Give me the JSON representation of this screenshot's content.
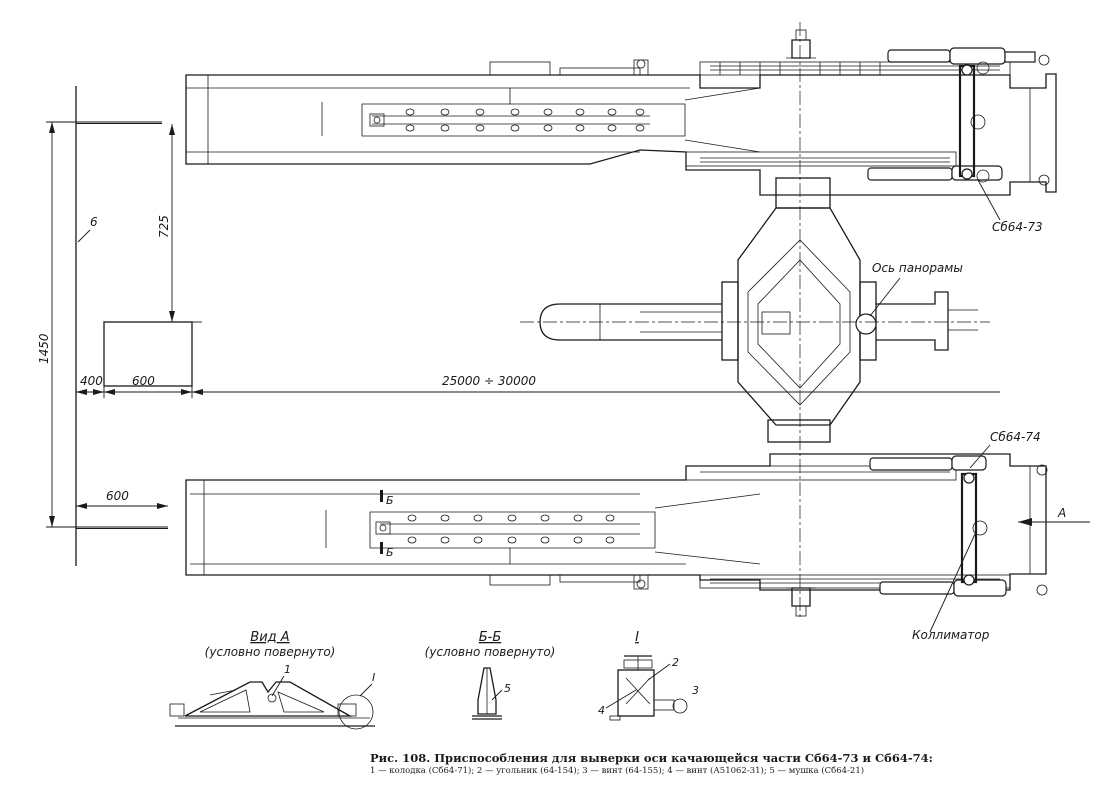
{
  "labels": {
    "part_upper": "Сб64-73",
    "part_lower": "Сб64-74",
    "panorama_axis": "Ось панорамы",
    "collimator": "Коллиматор",
    "view_arrow": "А",
    "section_mark": "Б",
    "rod_label": "6"
  },
  "dimensions": {
    "d1450": "1450",
    "d725": "725",
    "d400": "400",
    "d600_top": "600",
    "d600_bottom": "600",
    "range": "25000 ÷ 30000"
  },
  "views": {
    "view_a_title": "Вид А",
    "view_a_subtitle": "(условно повернуто)",
    "section_title": "Б-Б",
    "section_subtitle": "(условно повернуто)",
    "detail_title": "I",
    "callout_1": "1",
    "callout_detail": "I",
    "callout_2": "2",
    "callout_3": "3",
    "callout_4": "4",
    "callout_5": "5"
  },
  "caption": {
    "title": "Рис. 108. Приспособления для выверки оси качающейся части Сб64-73 и Сб64-74:",
    "legend": "1 — колодка  (Сб64-71);  2 — угольник  (64-154);  3 — винт  (64-155);  4 — винт  (А51062-31);  5 — мушка  (Сб64-21)"
  }
}
